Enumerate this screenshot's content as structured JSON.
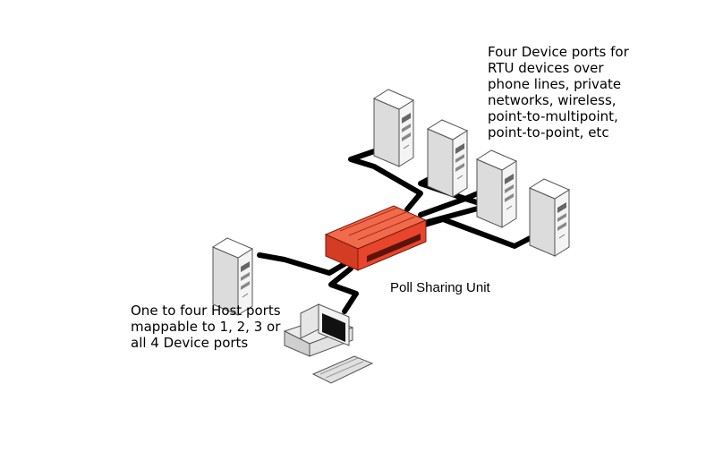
{
  "labels": {
    "device_ports": [
      "Four Device ports for",
      "RTU devices over",
      "phone lines, private",
      "networks, wireless,",
      "point-to-multipoint,",
      "point-to-point, etc"
    ],
    "host_ports": [
      "One to four Host ports",
      "mappable to 1, 2, 3 or",
      "all 4 Device ports"
    ],
    "unit": "Poll Sharing Unit"
  },
  "nodes": {
    "unit": {
      "icon": "poll-sharing-unit-icon",
      "color": "#e8452c"
    },
    "device_servers": [
      {
        "icon": "server-tower-icon"
      },
      {
        "icon": "server-tower-icon"
      },
      {
        "icon": "server-tower-icon"
      },
      {
        "icon": "server-tower-icon"
      }
    ],
    "host_server": {
      "icon": "server-tower-icon"
    },
    "host_workstation": {
      "icon": "desktop-computer-icon"
    }
  },
  "colors": {
    "cable": "#000000",
    "unit_body": "#e8452c",
    "unit_shadow": "#a8261a",
    "server_body": "#e9e9e9"
  }
}
